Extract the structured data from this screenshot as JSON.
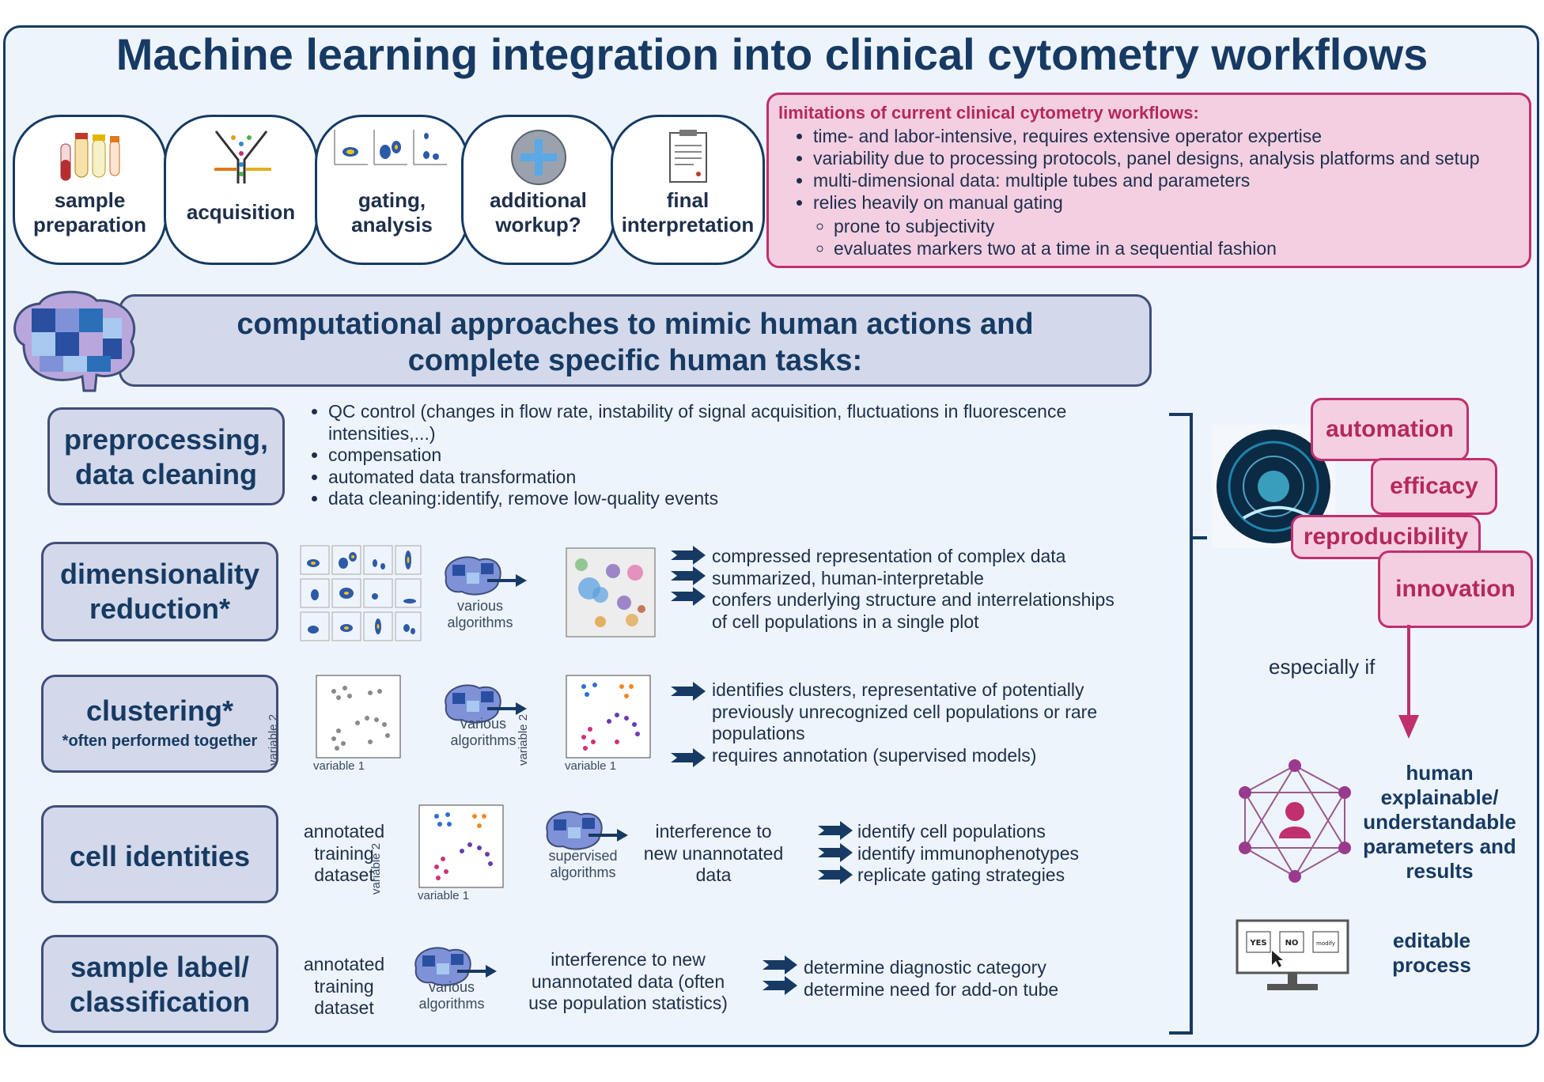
{
  "title": "Machine learning integration into clinical cytometry workflows",
  "workflow_steps": [
    {
      "label": "sample\npreparation",
      "icon": "test-tubes-icon"
    },
    {
      "label": "acquisition",
      "icon": "flow-cytometer-icon"
    },
    {
      "label": "gating,\nanalysis",
      "icon": "gating-plots-icon"
    },
    {
      "label": "additional\nworkup?",
      "icon": "plus-icon"
    },
    {
      "label": "final\ninterpretation",
      "icon": "report-icon"
    }
  ],
  "limitations": {
    "heading": "limitations of current clinical cytometry workflows:",
    "items": [
      "time- and labor-intensive, requires extensive operator expertise",
      "variability due to processing protocols, panel designs, analysis platforms and setup",
      "multi-dimensional data: multiple tubes and parameters",
      "relies heavily on manual gating"
    ],
    "subitems": [
      "prone to subjectivity",
      "evaluates markers two at a time in a sequential fashion"
    ]
  },
  "banner": "computational approaches to mimic human actions and\ncomplete specific human tasks:",
  "rows": {
    "preprocessing": {
      "label": "preprocessing,\ndata cleaning",
      "bullets": [
        "QC control (changes in flow rate, instability of signal acquisition, fluctuations in fluorescence intensities,...)",
        "compensation",
        "automated data transformation",
        "data cleaning:identify, remove low-quality events"
      ]
    },
    "dimred": {
      "label": "dimensionality\nreduction*",
      "algo": "various\nalgorithms",
      "outputs": [
        "compressed representation of complex data",
        "summarized, human-interpretable",
        "confers underlying structure and interrelationships\nof cell populations in a single plot"
      ]
    },
    "clustering": {
      "label": "clustering*",
      "note": "*often performed together",
      "algo": "various\nalgorithms",
      "xlabel": "variable 1",
      "ylabel": "variable 2",
      "outputs": [
        "identifies clusters, representative of potentially\npreviously unrecognized cell populations or rare\npopulations",
        "requires annotation (supervised models)"
      ]
    },
    "identities": {
      "label": "cell identities",
      "dataset": "annotated\ntraining\ndataset",
      "algo": "supervised\nalgorithms",
      "xlabel": "variable 1",
      "ylabel": "variable 2",
      "inference": "interference to\nnew unannotated\ndata",
      "outputs": [
        "identify cell populations",
        "identify immunophenotypes",
        "replicate gating strategies"
      ]
    },
    "classification": {
      "label": "sample label/\nclassification",
      "dataset": "annotated\ntraining\ndataset",
      "algo": "various\nalgorithms",
      "inference": "interference to new\nunannotated data (often\nuse population statistics)",
      "outputs": [
        "determine diagnostic category",
        "determine need for add-on tube"
      ]
    }
  },
  "benefits": [
    "automation",
    "efficacy",
    "reproducibility",
    "innovation"
  ],
  "especially_if": "especially if",
  "explainable": "human\nexplainable/\nunderstandable\nparameters and\nresults",
  "editable": "editable\nprocess",
  "screen_buttons": [
    "YES",
    "NO",
    "modify"
  ],
  "colors": {
    "navy": "#163a63",
    "pink": "#c0306e",
    "pink_fill": "#f4cfe2",
    "lavender": "#d3d9ea",
    "background": "#eef4fb"
  }
}
